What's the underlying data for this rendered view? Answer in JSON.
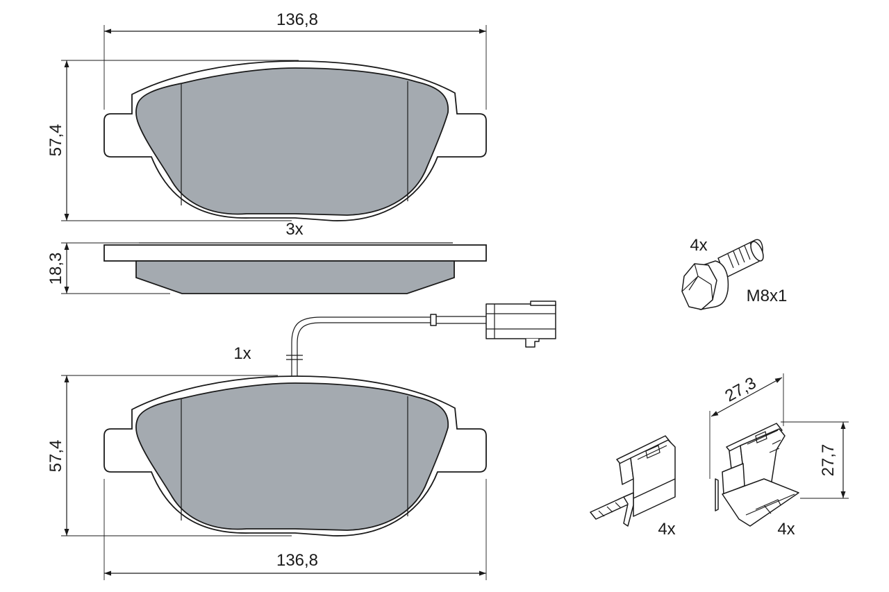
{
  "dimensions": {
    "top_width": "136,8",
    "top_height": "57,4",
    "thickness": "18,3",
    "bottom_height": "57,4",
    "bottom_width": "136,8",
    "clip_width": "27,3",
    "clip_height": "27,7"
  },
  "quantities": {
    "pads_plain": "3x",
    "pad_with_sensor": "1x",
    "bolts": "4x",
    "clips_left": "4x",
    "clips_right": "4x"
  },
  "bolt_spec": "M8x1"
}
